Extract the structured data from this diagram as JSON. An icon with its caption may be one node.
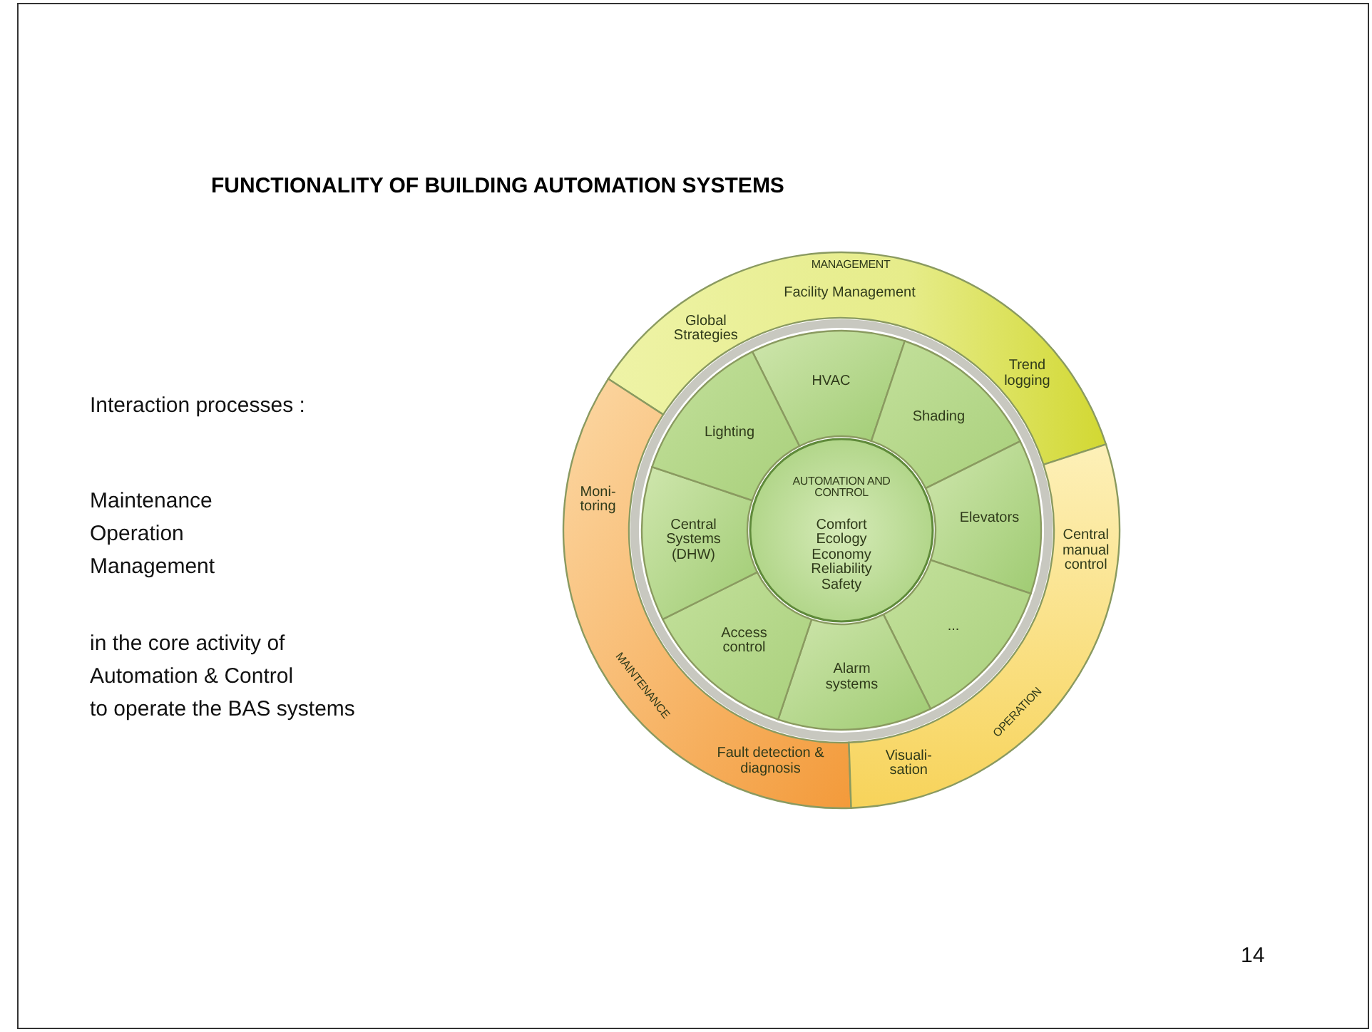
{
  "diagram": {
    "title": "FUNCTIONALITY OF BUILDING AUTOMATION SYSTEMS",
    "nodes": [
      {
        "text": [
          "MANAGEMENT",
          "Facility Management",
          "Global Strategies",
          "Trend logging"
        ]
      },
      {
        "text": [
          "Moni-toring",
          "MAINTENANCE",
          "Fault detection & diagnosis"
        ]
      },
      {
        "text": [
          "Central manual control",
          "OPERATION",
          "Visuali-sation"
        ]
      },
      {
        "text": [
          "HVAC"
        ]
      },
      {
        "text": [
          "Shading"
        ]
      },
      {
        "text": [
          "Elevators"
        ]
      },
      {
        "text": [
          "..."
        ]
      },
      {
        "text": [
          "Alarm systems"
        ]
      },
      {
        "text": [
          "Access control"
        ]
      },
      {
        "text": [
          "Central Systems (DHW)"
        ]
      },
      {
        "text": [
          "Lighting"
        ]
      },
      {
        "text": [
          "AUTOMATION AND CONTROL",
          "Comfort Ecology Economy Reliability Safety"
        ]
      }
    ],
    "labels": [
      "Interaction processes :",
      "Maintenance",
      "Operation",
      "Management",
      "in the core activity of",
      "Automation &  Control",
      "to operate the BAS systems",
      "14"
    ]
  }
}
